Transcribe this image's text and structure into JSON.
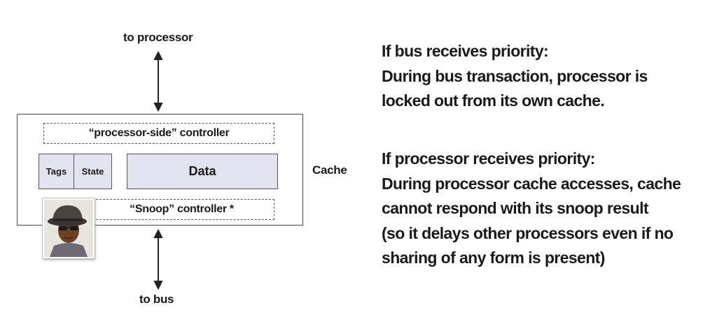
{
  "diagram": {
    "top_label": "to processor",
    "bottom_label": "to bus",
    "cache_label": "Cache",
    "processor_controller": "“processor-side” controller",
    "tags_label": "Tags",
    "state_label": "State",
    "data_label": "Data",
    "snoop_controller": "“Snoop” controller *"
  },
  "notes": {
    "block1": [
      "If bus receives priority:",
      "During bus transaction, processor is",
      "locked out from its own cache."
    ],
    "block2": [
      "If processor receives priority:",
      "During processor cache accesses, cache",
      "cannot respond with its snoop result",
      "(so it delays other processors even if no",
      "sharing of any form is present)"
    ]
  },
  "colors": {
    "cell_fill": "#e3e3ef",
    "text": "#1a1a1a"
  }
}
